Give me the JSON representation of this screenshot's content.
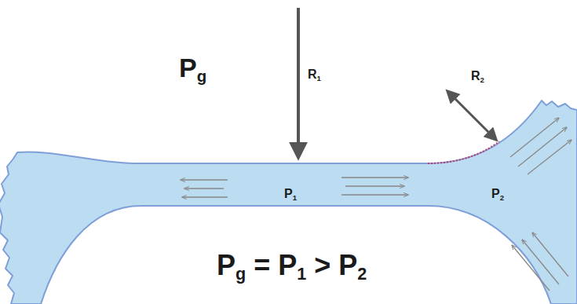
{
  "diagram": {
    "labels": [
      "Pg",
      "R1",
      "R2",
      "P1",
      "P2",
      "Pg = P1 > P2"
    ]
  }
}
